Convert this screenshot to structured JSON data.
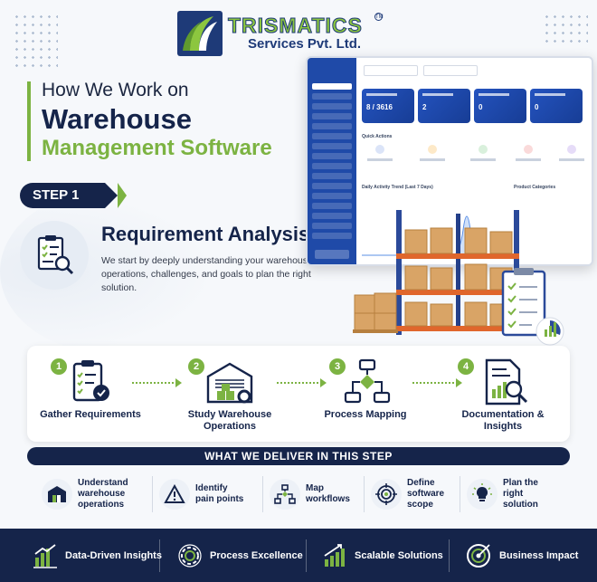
{
  "brand": {
    "name": "TRISMATICS",
    "subtitle": "Services Pvt. Ltd.",
    "trademark": "TM"
  },
  "heading": {
    "line1": "How We Work on",
    "line2": "Warehouse",
    "line3": "Management Software"
  },
  "step": {
    "label": "STEP 1"
  },
  "requirement": {
    "title": "Requirement Analysis",
    "description": "We start by deeply understanding your warehouse operations, challenges, and goals to plan the right solution."
  },
  "dashboard": {
    "card_values": [
      "8 / 3616",
      "2",
      "0",
      "0"
    ],
    "quick_actions_title": "Quick Actions",
    "chart_title": "Daily Activity Trend (Last 7 Days)",
    "categories_title": "Product Categories"
  },
  "process": {
    "steps": [
      {
        "num": "1",
        "label": "Gather Requirements"
      },
      {
        "num": "2",
        "label": "Study Warehouse Operations"
      },
      {
        "num": "3",
        "label": "Process Mapping"
      },
      {
        "num": "4",
        "label": "Documentation & Insights"
      }
    ]
  },
  "deliver": {
    "title": "WHAT WE DELIVER IN THIS STEP",
    "items": [
      {
        "label": "Understand warehouse operations",
        "icon": "warehouse-icon"
      },
      {
        "label": "Identify pain points",
        "icon": "warning-icon"
      },
      {
        "label": "Map workflows",
        "icon": "workflow-icon"
      },
      {
        "label": "Define software scope",
        "icon": "target-icon"
      },
      {
        "label": "Plan the right solution",
        "icon": "lightbulb-icon"
      }
    ]
  },
  "footer": {
    "items": [
      {
        "label": "Data-Driven Insights",
        "icon": "bar-chart-icon"
      },
      {
        "label": "Process Excellence",
        "icon": "gear-icon"
      },
      {
        "label": "Scalable Solutions",
        "icon": "growth-chart-icon"
      },
      {
        "label": "Business Impact",
        "icon": "target-icon"
      }
    ]
  },
  "colors": {
    "navy": "#15244a",
    "green": "#7cb342",
    "blue": "#1f4aa8"
  }
}
